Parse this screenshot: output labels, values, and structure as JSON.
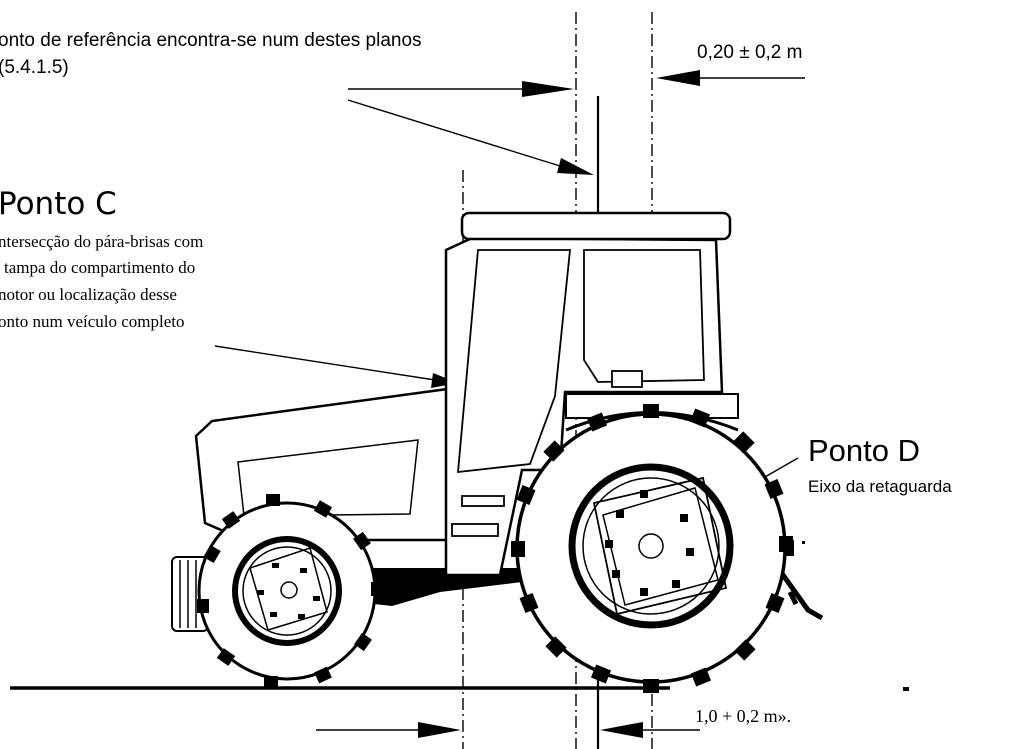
{
  "reference_plane_note": {
    "line1": "onto de referência encontra-se num destes planos",
    "line2": "(5.4.1.5)"
  },
  "top_dimension": {
    "label": "0,20 ± 0,2 m"
  },
  "bottom_dimension": {
    "label": "1,0 + 0,2 m»."
  },
  "point_c": {
    "title": "Ponto C",
    "description": [
      "ntersecção do pára-brisas com",
      "tampa do compartimento do",
      "notor ou localização desse",
      "onto num veículo completo"
    ]
  },
  "point_d": {
    "title": "Ponto D",
    "description": "Eixo da retaguarda"
  }
}
